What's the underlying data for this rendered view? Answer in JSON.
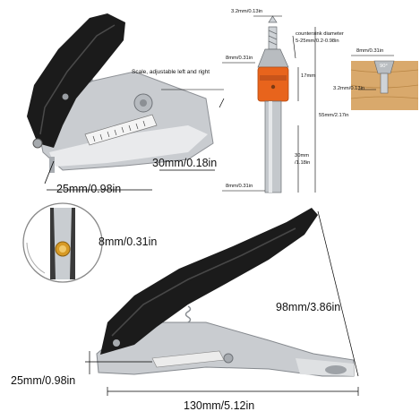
{
  "product_image": {
    "labels": {
      "scale_note": "Scale, adjustable left and right",
      "top_depth": "30mm/0.18in",
      "top_width": "25mm/0.98in",
      "hole_size": "8mm/0.31in",
      "height": "98mm/3.86in",
      "bottom_depth": "25mm/0.98in",
      "length": "130mm/5.12in"
    },
    "drill_diagram": {
      "tip_diameter": "3.2mm/0.13in",
      "countersink_title": "countersink diameter",
      "countersink_range": "5-25mm/0.2-0.98in",
      "collar_diameter": "8mm/0.31in",
      "collar_height": "17mm",
      "overall_length": "55mm/2.17in",
      "shank_length": "30mm",
      "shank_length_in": "/1.18in",
      "shank_diameter": "8mm/0.31in",
      "wood_hole": "8mm/0.31in",
      "wood_tip": "3.2mm/0.13in",
      "angle": "90°"
    },
    "colors": {
      "handle_black": "#1b1b1b",
      "chrome": "#c9ccd0",
      "drill_orange": "#e8641c",
      "wood": "#d9a96c",
      "hole_gold": "#d79a25"
    }
  }
}
